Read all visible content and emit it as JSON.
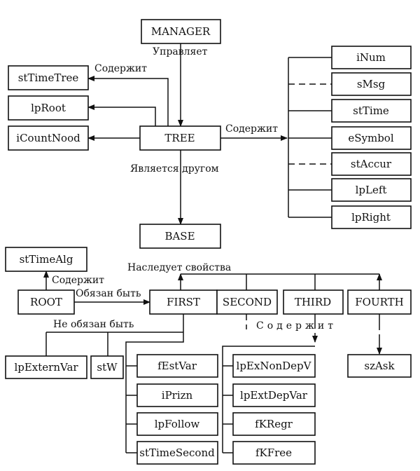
{
  "nodes": {
    "manager": "MANAGER",
    "tree": "TREE",
    "base": "BASE",
    "root": "ROOT",
    "first": "FIRST",
    "second": "SECOND",
    "third": "THIRD",
    "fourth": "FOURTH",
    "st_time_tree": "stTimeTree",
    "lp_root": "lpRoot",
    "i_count_nood": "iCountNood",
    "i_num": "iNum",
    "s_msg": "sMsg",
    "st_time": "stTime",
    "e_symbol": "eSymbol",
    "st_accur": "stAccur",
    "lp_left": "lpLeft",
    "lp_right": "lpRight",
    "st_time_alg": "stTimeAlg",
    "lp_extern_var": "lpExternVar",
    "st_w": "stW",
    "f_est_var": "fEstVar",
    "i_prizn": "iPrizn",
    "lp_follow": "lpFollow",
    "st_time_second": "stTimeSecond",
    "lp_ex_non_dep_v": "lpExNonDepV",
    "lp_ext_dep_var": "lpExtDepVar",
    "f_k_regr": "fKRegr",
    "f_k_free": "fKFree",
    "sz_ask": "szAsk"
  },
  "labels": {
    "manages": "Управляет",
    "contains_left": "Содержит",
    "contains_right": "Содержит",
    "is_friend": "Является другом",
    "inherits": "Наследует свойства",
    "contains_root": "Содержит",
    "must_be": "Обязан быть",
    "need_not_be": "Не обязан быть",
    "contains_bottom": "Содержит"
  }
}
